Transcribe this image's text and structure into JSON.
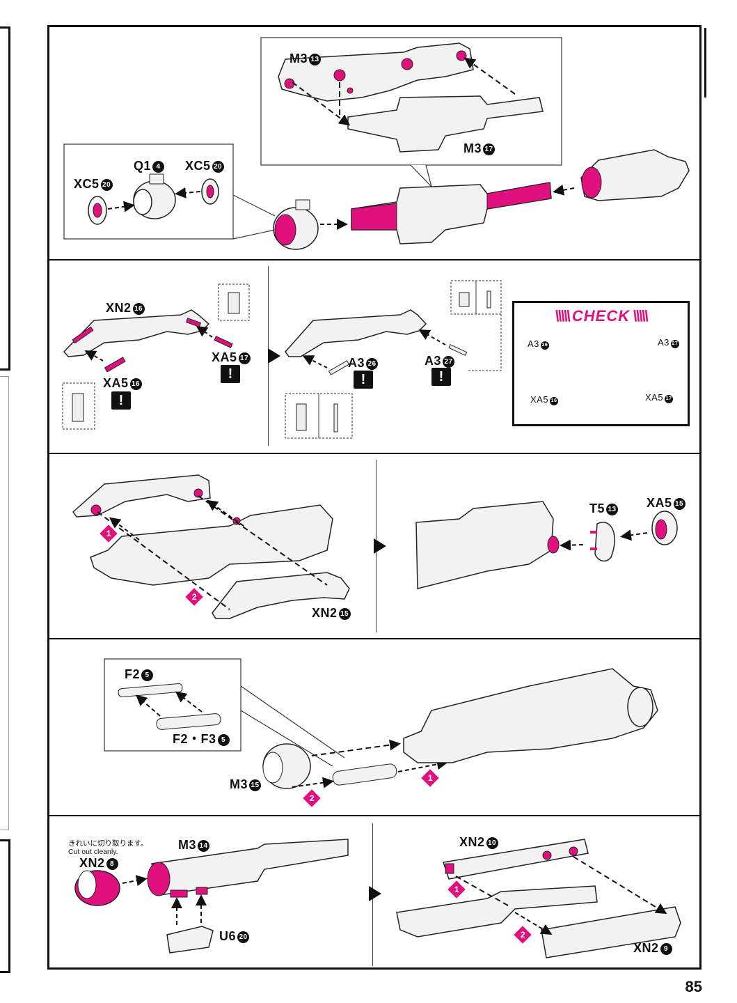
{
  "page_number": "85",
  "sections": {
    "s1": {
      "top_inset_labels": {
        "m3_13": "M3",
        "m3_17": "M3"
      },
      "left_inset_labels": {
        "xc5_20_left": "XC5",
        "q1_4": "Q1",
        "xc5_20_right": "XC5"
      }
    },
    "s2": {
      "left": {
        "xn2_16": "XN2",
        "xa5_17": "XA5",
        "xa5_16": "XA5"
      },
      "right": {
        "a3_26": "A3",
        "a3_27": "A3"
      },
      "check": {
        "title": "CHECK",
        "a3_26": "A3",
        "a3_27": "A3",
        "xa5_16": "XA5",
        "xa5_17": "XA5"
      }
    },
    "s3": {
      "left": {
        "xn2_15": "XN2",
        "step1": "1",
        "step2": "2"
      },
      "right": {
        "t5_13": "T5",
        "xa5_15": "XA5"
      }
    },
    "s4": {
      "inset": {
        "f2_5": "F2",
        "f2f3_5": "F2・F3"
      },
      "m3_15": "M3",
      "step1": "1",
      "step2": "2"
    },
    "s5": {
      "left": {
        "note_jp": "きれいに切り取ります。",
        "note_en": "Cut out cleanly.",
        "xn2_8": "XN2",
        "m3_14": "M3",
        "u6_20": "U6"
      },
      "right": {
        "xn2_10": "XN2",
        "xn2_9": "XN2",
        "step1": "1",
        "step2": "2"
      }
    }
  },
  "part_numbers": {
    "n4": "4",
    "n5": "5",
    "n8": "8",
    "n9": "9",
    "n10": "10",
    "n13": "13",
    "n14": "14",
    "n15": "15",
    "n16": "16",
    "n17": "17",
    "n20": "20",
    "n26": "26",
    "n27": "27"
  },
  "colors": {
    "accent": "#e0107f",
    "ink": "#111111",
    "paper": "#ffffff",
    "part_gray": "#f2f2f2"
  }
}
